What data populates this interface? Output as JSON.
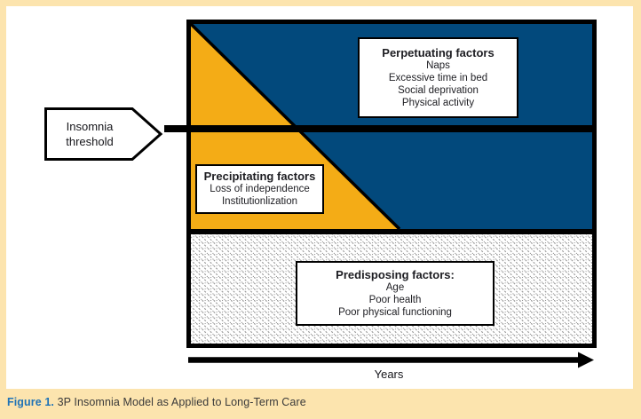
{
  "page": {
    "background": "#FCE4AE",
    "panel_background": "#FFFFFF"
  },
  "caption": {
    "label": "Figure 1.",
    "text": " 3P Insomnia Model as Applied to Long-Term Care"
  },
  "threshold": {
    "line1": "Insomnia",
    "line2": "threshold"
  },
  "axis": {
    "label": "Years"
  },
  "boxes": {
    "perpetuating": {
      "title": "Perpetuating factors",
      "items": [
        "Naps",
        "Excessive time in bed",
        "Social deprivation",
        "Physical activity"
      ]
    },
    "precipitating": {
      "title": "Precipitating factors",
      "items": [
        "Loss of independence",
        "Institutionlization"
      ]
    },
    "predisposing": {
      "title": "Predisposing factors:",
      "items": [
        "Age",
        "Poor health",
        "Poor physical functioning"
      ]
    }
  },
  "colors": {
    "blue": "#02497C",
    "orange": "#F4AC16",
    "black": "#000000",
    "hatch_gray": "#9B9B9B",
    "caption_accent": "#1F73B6",
    "page_cream": "#FCE4AE"
  }
}
